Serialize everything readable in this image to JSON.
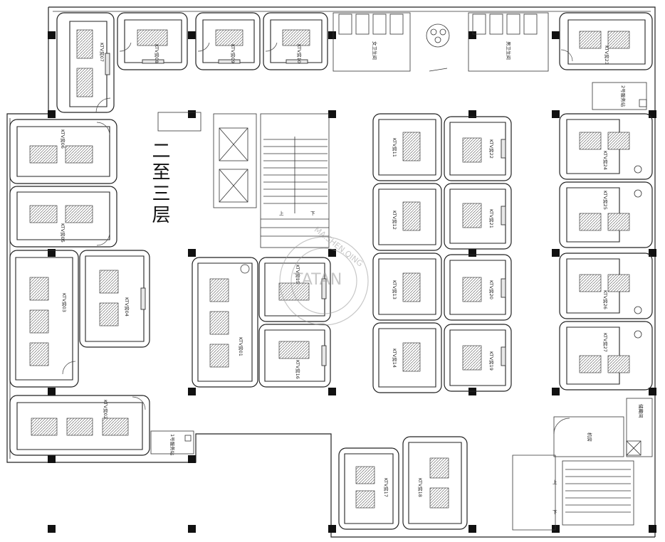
{
  "floor_title": "二至三层",
  "rooms": {
    "r01": "KTV房01",
    "r02": "KTV房02",
    "r03": "KTV房03",
    "r04": "KTV房04",
    "r05": "KTV房05",
    "r06": "KTV房06",
    "r07": "KTV房07",
    "r08": "KTV房08",
    "r09": "KTV房09",
    "r10": "KTV房10",
    "r11": "KTV房11",
    "r12": "KTV房12",
    "r13": "KTV房13",
    "r14": "KTV房14",
    "r15": "KTV房15",
    "r16": "KTV房16",
    "r17": "KTV房17",
    "r18": "KTV房18",
    "r19": "KTV房19",
    "r20": "KTV房20",
    "r21": "KTV房21",
    "r22": "KTV房22",
    "r23": "KTV房23",
    "r24": "KTV房24",
    "r25": "KTV房25",
    "r26": "KTV房26",
    "r27": "KTV房27"
  },
  "service": {
    "female_wc": "女卫生间",
    "male_wc": "男卫生间",
    "service_station_1": "1号服务站",
    "service_station_2": "2号服务站",
    "machine_room": "机房",
    "storage": "储藏间"
  },
  "stair_marks": {
    "up": "上",
    "down": "下"
  },
  "watermark": {
    "arc_text": "MA.SHEN.QING",
    "brand": "TATAN"
  }
}
